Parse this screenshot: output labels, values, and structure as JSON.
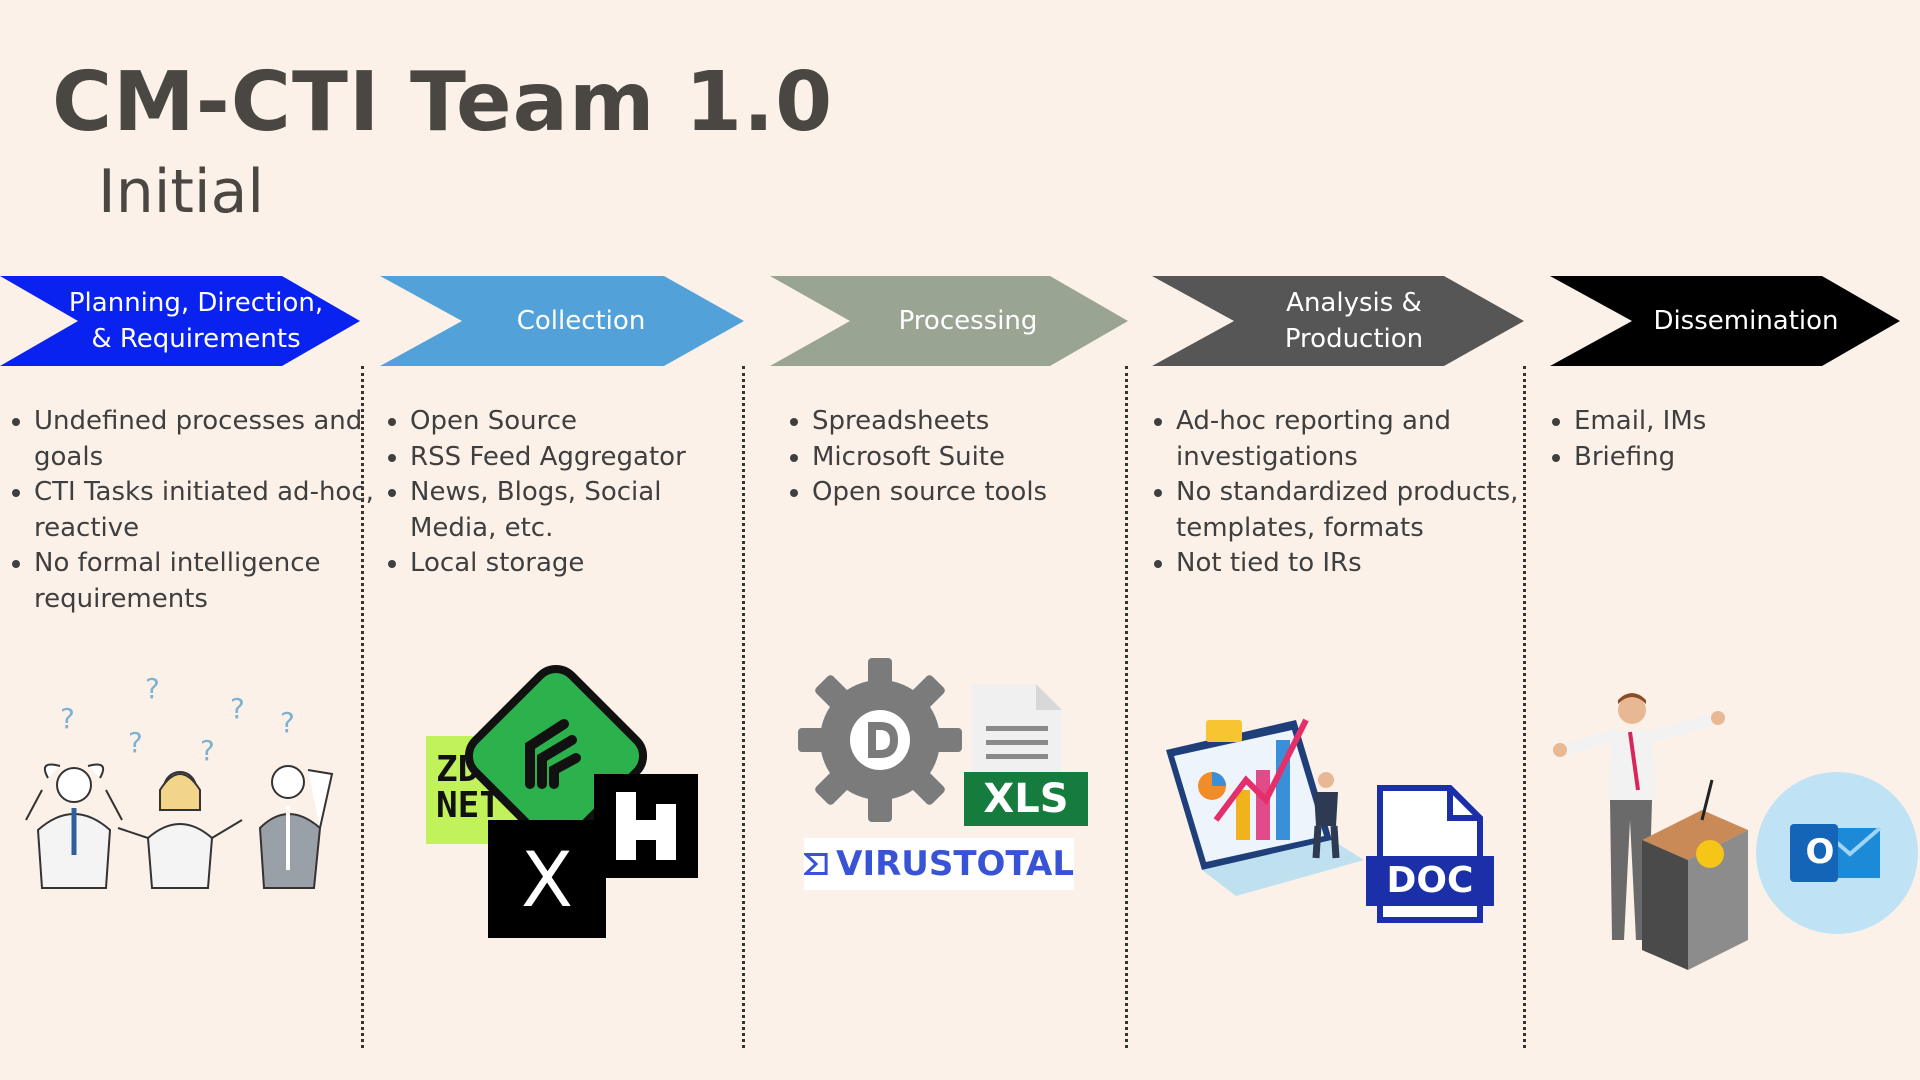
{
  "title": "CM-CTI Team 1.0",
  "subtitle": "Initial",
  "stages": [
    {
      "label_lines": [
        "Planning, Direction,",
        "& Requirements"
      ],
      "color": "#0a22f0",
      "bullets": [
        "Undefined processes and goals",
        "CTI Tasks initiated ad-hoc, reactive",
        "No formal intelligence requirements"
      ]
    },
    {
      "label_lines": [
        "Collection"
      ],
      "color": "#52a2d9",
      "bullets": [
        "Open Source",
        "RSS Feed Aggregator",
        "News, Blogs, Social Media, etc.",
        "Local storage"
      ]
    },
    {
      "label_lines": [
        "Processing"
      ],
      "color": "#9aa493",
      "bullets": [
        "Spreadsheets",
        "Microsoft Suite",
        "Open source tools"
      ]
    },
    {
      "label_lines": [
        "Analysis &",
        "Production"
      ],
      "color": "#565656",
      "bullets": [
        "Ad-hoc reporting and investigations",
        "No standardized products, templates, formats",
        "Not tied to IRs"
      ]
    },
    {
      "label_lines": [
        "Dissemination"
      ],
      "color": "#000000",
      "bullets": [
        "Email, IMs",
        "Briefing"
      ]
    }
  ],
  "logos": {
    "zdnet": [
      "ZD",
      "NET"
    ],
    "x": "X",
    "xls": "XLS",
    "virustotal": "VIRUSTOTAL",
    "doc": "DOC",
    "outlook": "O",
    "question_mark": "?"
  }
}
